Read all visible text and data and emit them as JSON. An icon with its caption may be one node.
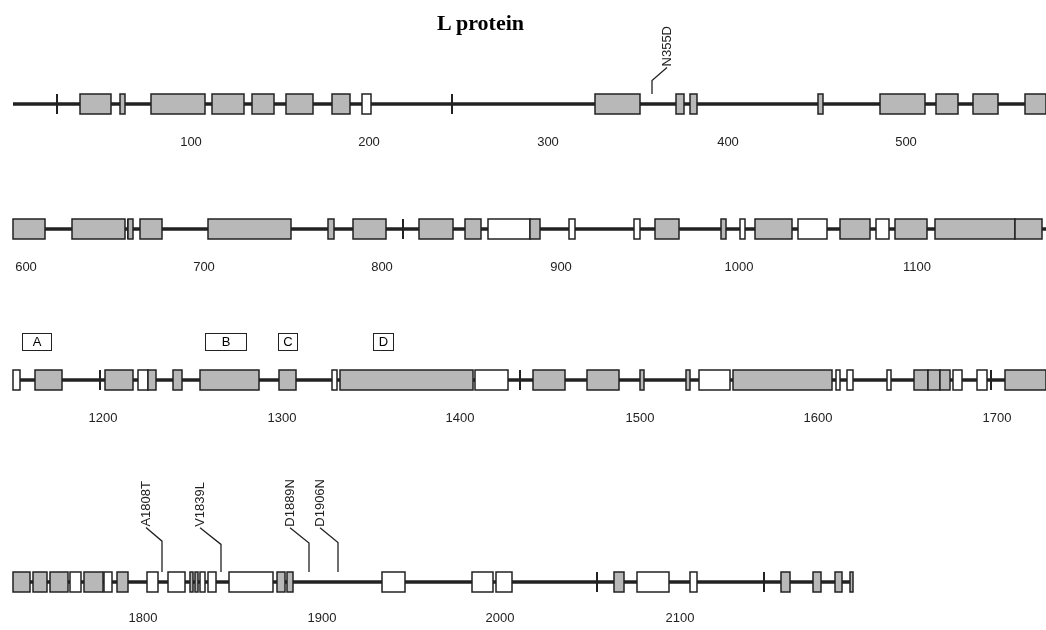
{
  "diagram": {
    "title": "L protein",
    "nodes": [
      {
        "text": [
          "N355D"
        ]
      },
      {
        "text": [],
        "shape": "bar"
      },
      {
        "text": [],
        "shape": "bar"
      },
      {
        "text": [
          "A"
        ]
      },
      {
        "text": [
          "B"
        ]
      },
      {
        "text": [
          "C"
        ]
      },
      {
        "text": [
          "D"
        ]
      },
      {
        "text": [],
        "shape": "bar"
      },
      {
        "text": [
          "A1808T"
        ]
      },
      {
        "text": [
          "V1839L"
        ]
      },
      {
        "text": [
          "D1889N"
        ]
      },
      {
        "text": [
          "D1906N"
        ]
      },
      {
        "text": [],
        "shape": "bar"
      }
    ],
    "edges": [
      {
        "from": 0,
        "to": 1,
        "arrow": "none"
      },
      {
        "from": 8,
        "to": 12,
        "arrow": "none"
      },
      {
        "from": 9,
        "to": 12,
        "arrow": "none"
      },
      {
        "from": 10,
        "to": 12,
        "arrow": "none"
      },
      {
        "from": 11,
        "to": 12,
        "arrow": "none"
      }
    ],
    "labels": [
      "100",
      "200",
      "300",
      "400",
      "500",
      "600",
      "700",
      "800",
      "900",
      "1000",
      "1100",
      "1200",
      "1300",
      "1400",
      "1500",
      "1600",
      "1700",
      "1800",
      "1900",
      "2000",
      "2100"
    ]
  }
}
